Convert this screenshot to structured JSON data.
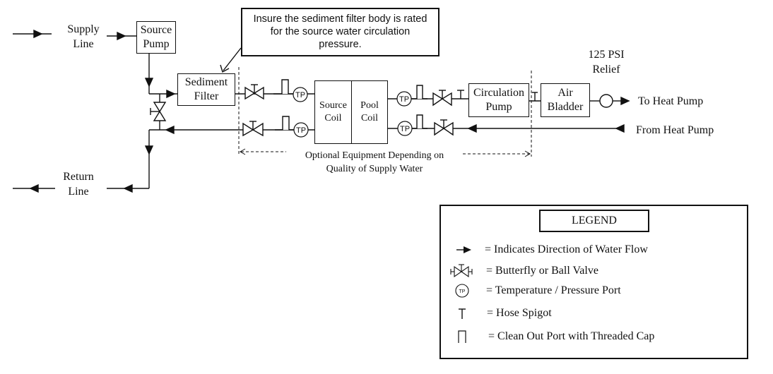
{
  "diagram": {
    "labels": {
      "supply_line": [
        "Supply",
        "Line"
      ],
      "return_line": [
        "Return",
        "Line"
      ],
      "relief": [
        "125 PSI",
        "Relief"
      ],
      "to_heat_pump": "To Heat Pump",
      "from_heat_pump": "From Heat Pump"
    },
    "components": {
      "source_pump": [
        "Source",
        "Pump"
      ],
      "sediment_filter": [
        "Sediment",
        "Filter"
      ],
      "source_coil": [
        "Source",
        "Coil"
      ],
      "pool_coil": [
        "Pool",
        "Coil"
      ],
      "circulation_pump": [
        "Circulation",
        "Pump"
      ],
      "air_bladder": [
        "Air",
        "Bladder"
      ]
    },
    "tp_label": "TP",
    "note": [
      "Insure the sediment filter body is rated",
      "for the source water circulation",
      "pressure."
    ],
    "optional_equipment": [
      "Optional Equipment Depending on",
      "Quality of Supply Water"
    ]
  },
  "legend": {
    "title": "LEGEND",
    "items": [
      {
        "icon": "flow-arrow-icon",
        "text": "= Indicates Direction of Water Flow"
      },
      {
        "icon": "valve-icon",
        "text": "= Butterfly or Ball Valve"
      },
      {
        "icon": "tp-port-icon",
        "text": "= Temperature / Pressure Port"
      },
      {
        "icon": "hose-spigot-icon",
        "text": "= Hose Spigot"
      },
      {
        "icon": "clean-out-port-icon",
        "text": "= Clean Out Port with Threaded Cap"
      }
    ]
  },
  "colors": {
    "line": "#111111",
    "background": "#ffffff"
  }
}
